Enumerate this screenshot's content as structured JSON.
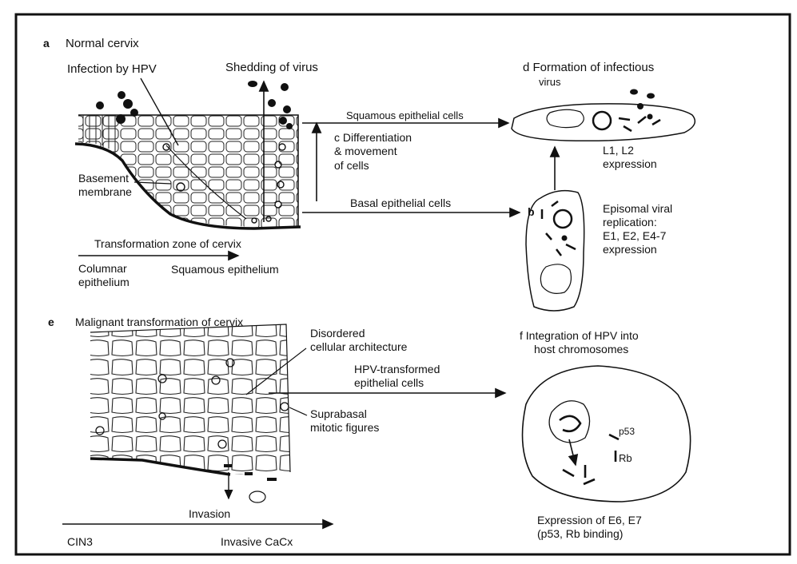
{
  "panel_a": {
    "letter": "a",
    "title": "Normal cervix",
    "infection": "Infection by HPV",
    "shedding": "Shedding of virus",
    "basement_line1": "Basement",
    "basement_line2": "membrane",
    "squamous_cells": "Squamous epithelial cells",
    "differentiation_line1": "c Differentiation",
    "differentiation_line2": "& movement",
    "differentiation_line3": "of cells",
    "basal_cells": "Basal epithelial cells",
    "transformation_zone": "Transformation zone of cervix",
    "columnar_line1": "Columnar",
    "columnar_line2": "epithelium",
    "squamous_epithelium": "Squamous epithelium"
  },
  "panel_b": {
    "letter": "b",
    "episomal_line1": "Episomal viral",
    "episomal_line2": "replication:",
    "episomal_line3": "E1, E2, E4-7",
    "episomal_line4": "expression"
  },
  "panel_d": {
    "title_line1": "d  Formation of infectious",
    "title_line2": "virus",
    "l_expression_line1": "L1, L2",
    "l_expression_line2": "expression"
  },
  "panel_e": {
    "letter": "e",
    "title": "Malignant transformation of cervix",
    "disordered_line1": "Disordered",
    "disordered_line2": "cellular architecture",
    "hpv_transformed_line1": "HPV-transformed",
    "hpv_transformed_line2": "epithelial cells",
    "suprabasal_line1": "Suprabasal",
    "suprabasal_line2": "mitotic figures",
    "invasion": "Invasion",
    "cin3": "CIN3",
    "invasive": "Invasive CaCx"
  },
  "panel_f": {
    "title_line1": "f Integration of HPV into",
    "title_line2": "host chromosomes",
    "p53": "p53",
    "rb": "Rb",
    "expression_line1": "Expression of E6, E7",
    "expression_line2": "(p53, Rb binding)"
  },
  "colors": {
    "ink": "#111111",
    "background": "#ffffff"
  }
}
